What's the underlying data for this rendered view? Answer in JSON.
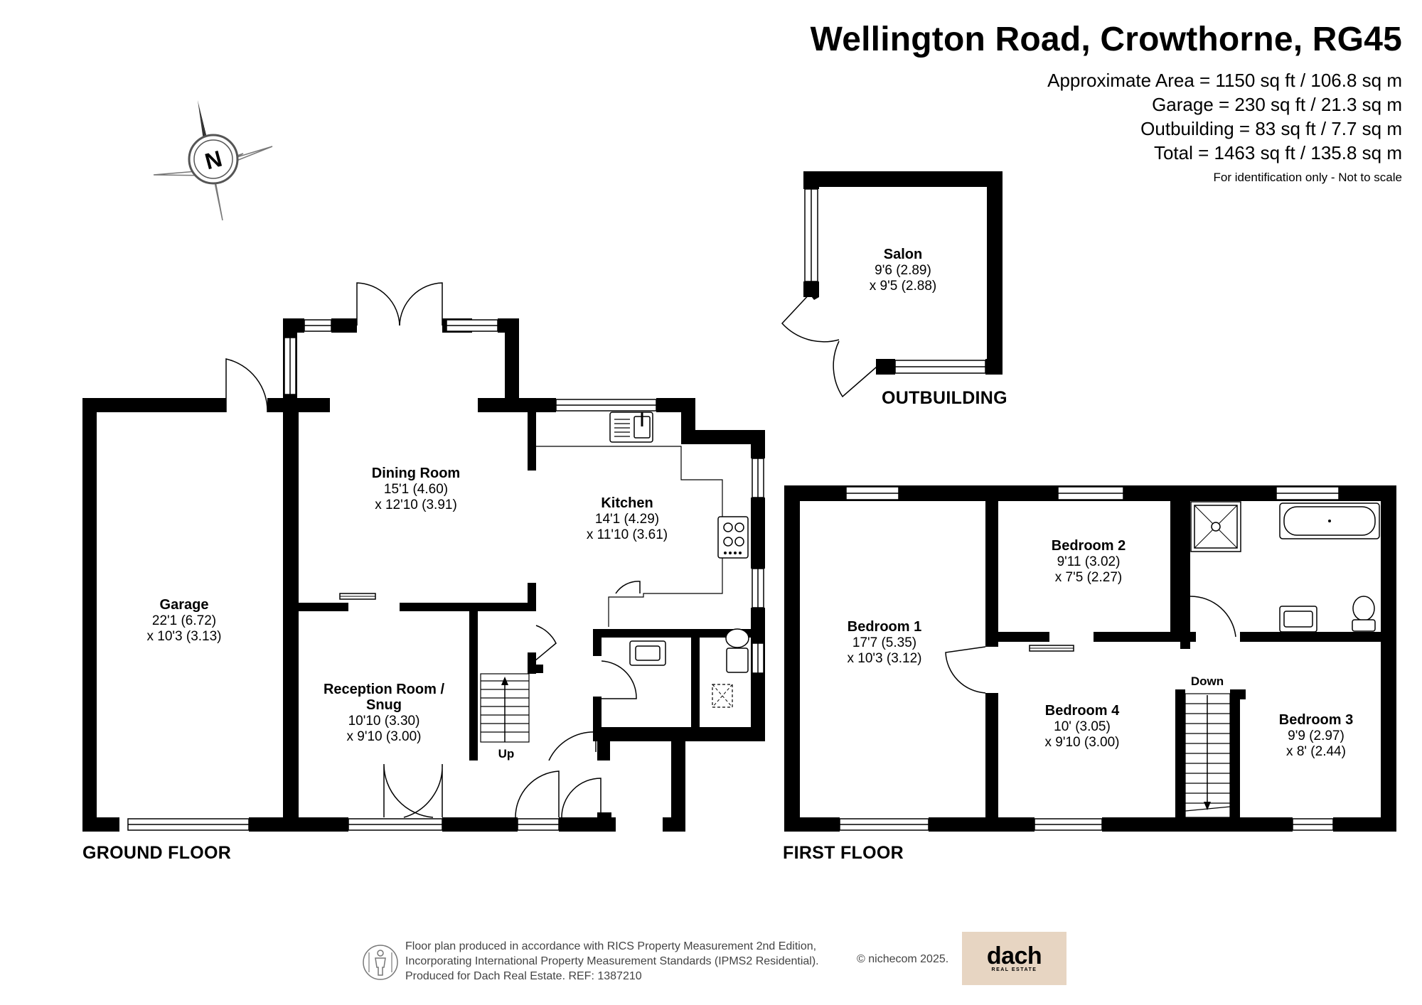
{
  "header": {
    "title": "Wellington Road, Crowthorne, RG45",
    "areas": [
      "Approximate Area = 1150 sq ft / 106.8 sq m",
      "Garage = 230 sq ft / 21.3 sq m",
      "Outbuilding = 83 sq ft / 7.7 sq m",
      "Total = 1463 sq ft / 135.8 sq m"
    ],
    "note": "For identification only - Not to scale"
  },
  "compass": {
    "label": "N",
    "icon": "north-compass-icon"
  },
  "floors": {
    "ground": "GROUND FLOOR",
    "first": "FIRST FLOOR",
    "outbuilding": "OUTBUILDING"
  },
  "rooms": {
    "salon": {
      "name": "Salon",
      "dim1": "9'6 (2.89)",
      "dim2": "x 9'5 (2.88)"
    },
    "garage": {
      "name": "Garage",
      "dim1": "22'1 (6.72)",
      "dim2": "x 10'3 (3.13)"
    },
    "dining": {
      "name": "Dining Room",
      "dim1": "15'1 (4.60)",
      "dim2": "x 12'10 (3.91)"
    },
    "kitchen": {
      "name": "Kitchen",
      "dim1": "14'1 (4.29)",
      "dim2": "x 11'10 (3.61)"
    },
    "reception": {
      "name1": "Reception Room /",
      "name2": "Snug",
      "dim1": "10'10 (3.30)",
      "dim2": "x 9'10 (3.00)"
    },
    "bedroom1": {
      "name": "Bedroom 1",
      "dim1": "17'7 (5.35)",
      "dim2": "x 10'3 (3.12)"
    },
    "bedroom2": {
      "name": "Bedroom 2",
      "dim1": "9'11 (3.02)",
      "dim2": "x 7'5 (2.27)"
    },
    "bedroom3": {
      "name": "Bedroom 3",
      "dim1": "9'9 (2.97)",
      "dim2": "x 8' (2.44)"
    },
    "bedroom4": {
      "name": "Bedroom 4",
      "dim1": "10' (3.05)",
      "dim2": "x 9'10 (3.00)"
    }
  },
  "stairs": {
    "up": "Up",
    "down": "Down"
  },
  "footer": {
    "lines": [
      "Floor plan produced in accordance with RICS Property Measurement 2nd Edition,",
      "Incorporating International Property Measurement Standards (IPMS2 Residential).",
      "Produced for Dach Real Estate.   REF:  1387210"
    ],
    "copyright": "© nichecom 2025.",
    "logo_name": "dach",
    "logo_sub": "REAL ESTATE",
    "logo_bg": "#e7d5c2",
    "icon": "person-measure-icon"
  }
}
